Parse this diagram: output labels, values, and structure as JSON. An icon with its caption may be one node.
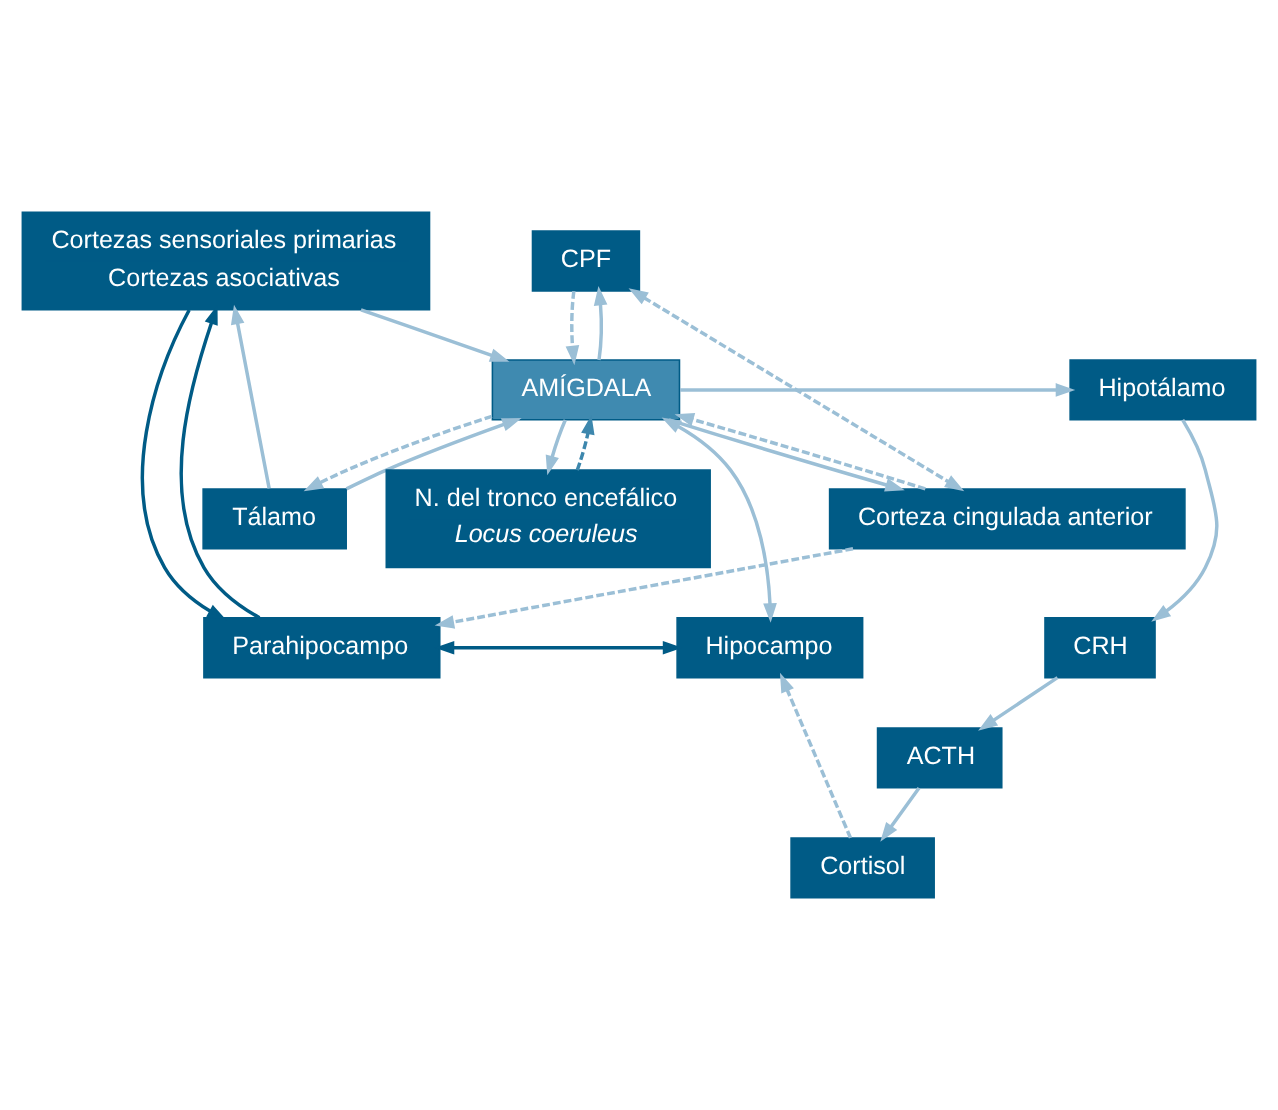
{
  "diagram": {
    "nodes": [
      {
        "text": [
          "Cortezas sensoriales primarias",
          "Cortezas asociativas"
        ]
      },
      {
        "text": [
          "CPF"
        ]
      },
      {
        "text": [
          "Corteza cingulada anterior"
        ]
      },
      {
        "text": [
          "Tálamo"
        ]
      },
      {
        "text": [
          "Hipotálamo"
        ]
      },
      {
        "text": [
          "AMÍGDALA"
        ]
      },
      {
        "text": [
          "Parahipocampo"
        ]
      },
      {
        "text": [
          "Hipocampo"
        ]
      },
      {
        "text": [
          "CRH"
        ]
      },
      {
        "text": [
          "ACTH"
        ]
      },
      {
        "text": [
          "Cortisol"
        ]
      },
      {
        "text": [
          "N. del tronco encefálico",
          "Locus coeruleus"
        ]
      }
    ],
    "edges": [
      {
        "from": 3,
        "to": 0,
        "arrow": "to"
      },
      {
        "from": 0,
        "to": 5,
        "arrow": "to"
      },
      {
        "from": 0,
        "to": 6,
        "arrow": "to",
        "color": "#005b86"
      },
      {
        "from": 6,
        "to": 0,
        "arrow": "to",
        "color": "#005b86"
      },
      {
        "from": 3,
        "to": 5,
        "arrow": "to"
      },
      {
        "from": 2,
        "to": 6,
        "arrow": "to",
        "style": "dashed"
      },
      {
        "from": 5,
        "to": 3,
        "arrow": "to",
        "style": "dashed"
      },
      {
        "from": 1,
        "to": 2,
        "arrow": "both",
        "style": "dashed"
      },
      {
        "from": 2,
        "to": 5,
        "arrow": "to",
        "style": "dashed"
      },
      {
        "from": 5,
        "to": 2,
        "arrow": "to"
      },
      {
        "from": 5,
        "to": 1,
        "arrow": "to"
      },
      {
        "from": 1,
        "to": 5,
        "arrow": "to",
        "style": "dashed"
      },
      {
        "from": 5,
        "to": 7,
        "arrow": "both"
      },
      {
        "from": 6,
        "to": 7,
        "arrow": "both",
        "color": "#005b86"
      },
      {
        "from": 5,
        "to": 4,
        "arrow": "to"
      },
      {
        "from": 11,
        "to": 5,
        "arrow": "to",
        "style": "dashed",
        "color": "#3d87ad"
      },
      {
        "from": 5,
        "to": 11,
        "arrow": "to"
      },
      {
        "from": 4,
        "to": 8,
        "arrow": "to"
      },
      {
        "from": 8,
        "to": 9,
        "arrow": "to"
      },
      {
        "from": 9,
        "to": 10,
        "arrow": "to"
      },
      {
        "from": 10,
        "to": 7,
        "arrow": "to",
        "style": "dashed"
      }
    ]
  }
}
